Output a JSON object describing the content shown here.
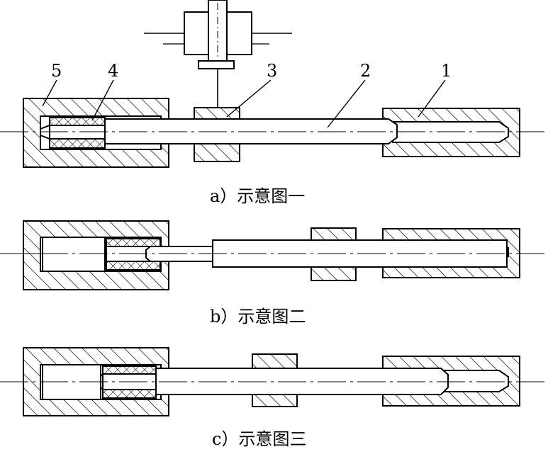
{
  "callouts": [
    "5",
    "4",
    "3",
    "2",
    "1"
  ],
  "captions": {
    "a": "a）示意图一",
    "b": "b）示意图二",
    "c": "c）示意图三"
  }
}
